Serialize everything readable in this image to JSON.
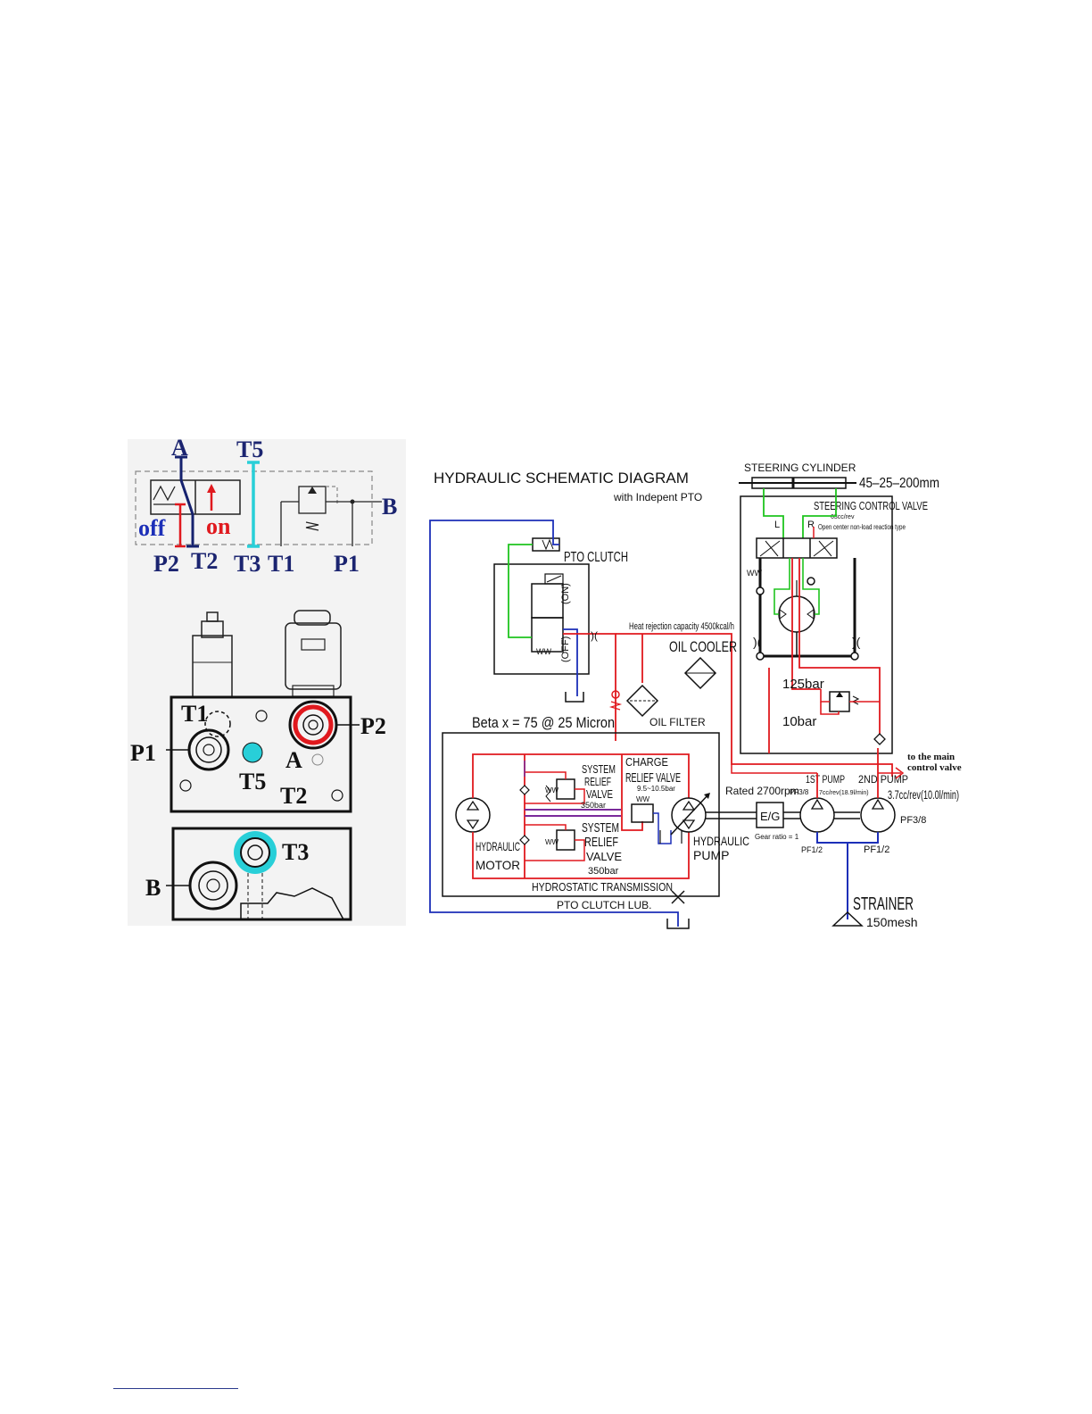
{
  "left_diagram": {
    "symbol": {
      "port_a": "A",
      "port_t5": "T5",
      "port_b": "B",
      "off": "off",
      "on": "on",
      "port_p2": "P2",
      "port_t2": "T2",
      "port_t3": "T3",
      "port_t1": "T1",
      "port_p1": "P1"
    },
    "block": {
      "t1": "T1",
      "p2": "P2",
      "p1": "P1",
      "t5": "T5",
      "a": "A",
      "t2": "T2",
      "t3": "T3",
      "b": "B"
    }
  },
  "schematic": {
    "title": "HYDRAULIC SCHEMATIC DIAGRAM",
    "subtitle": "with Indepent PTO",
    "steering_cylinder": "STEERING CYLINDER",
    "cylinder_size": "45–25–200mm",
    "steering_valve": "STEERING CONTROL VALVE",
    "steering_valve_disp": "63cc/rev",
    "steering_valve_type": "Open center non-load reaction type",
    "left_port": "L",
    "right_port": "R",
    "pto_clutch": "PTO CLUTCH",
    "on_label": "(ON)",
    "off_label": "(OFF)",
    "heat_rejection": "Heat rejection capacity 4500kcal/h",
    "oil_cooler": "OIL COOLER",
    "relief_125": "125bar",
    "relief_10": "10bar",
    "beta": "Beta x = 75 @ 25 Micron",
    "oil_filter": "OIL FILTER",
    "to_main_1": "to the main",
    "to_main_2": "control valve",
    "sys_relief_1": [
      "SYSTEM",
      "RELIEF",
      "VALVE"
    ],
    "sys_relief_1_p": "350bar",
    "charge_relief": [
      "CHARGE",
      "RELIEF VALVE"
    ],
    "charge_relief_p": "9.5~10.5bar",
    "sys_relief_2": [
      "SYSTEM",
      "RELIEF",
      "VALVE"
    ],
    "sys_relief_2_p": "350bar",
    "hyd_motor": [
      "HYDRAULIC",
      "MOTOR"
    ],
    "hyd_pump": [
      "HYDRAULIC",
      "PUMP"
    ],
    "hst": "HYDROSTATIC TRANSMISSION",
    "pto_lub": "PTO CLUTCH LUB.",
    "rated": "Rated 2700rpm",
    "pf38_a": "PF3/8",
    "eg": "E/G",
    "gear_ratio": "Gear ratio = 1",
    "pump1": "1ST PUMP",
    "pump1_disp": "7cc/rev(18.9l/min)",
    "pump2": "2ND PUMP",
    "pump2_disp": "3.7cc/rev(10.0l/min)",
    "pf38_b": "PF3/8",
    "pf12_a": "PF1/2",
    "pf12_b": "PF1/2",
    "strainer": "STRAINER",
    "mesh": "150mesh"
  },
  "colors": {
    "red": "#e0191e",
    "blue": "#1c2fb8",
    "green": "#1fc41f",
    "cyan": "#28cfd8",
    "purple": "#7a2a9a",
    "navy": "#15216e"
  }
}
